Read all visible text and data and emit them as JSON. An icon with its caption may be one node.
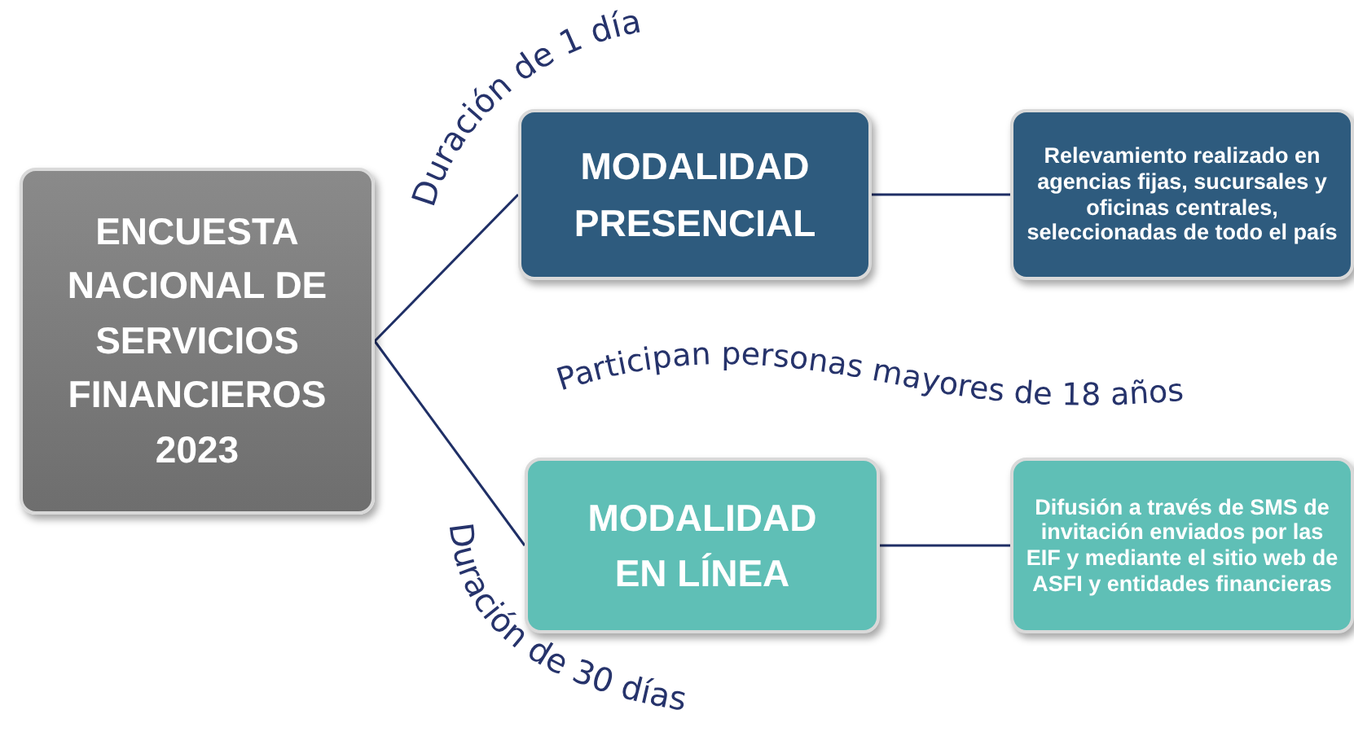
{
  "diagram": {
    "nodes": [
      {
        "text": [
          "ENCUESTA NACIONAL DE SERVICIOS FINANCIEROS 2023"
        ]
      },
      {
        "text": [
          "MODALIDAD PRESENCIAL"
        ]
      },
      {
        "text": [
          "Relevamiento realizado en agencias fijas, sucursales y oficinas centrales, seleccionadas de todo el país"
        ]
      },
      {
        "text": [
          "MODALIDAD EN LÍNEA"
        ]
      },
      {
        "text": [
          "Difusión a través de SMS de invitación enviados por las EIF y mediante el sitio web de ASFI y entidades financieras"
        ]
      }
    ],
    "edges": [
      {
        "from": 0,
        "to": 1,
        "arrow": "none"
      },
      {
        "from": 1,
        "to": 2,
        "arrow": "none"
      },
      {
        "from": 0,
        "to": 3,
        "arrow": "none"
      },
      {
        "from": 3,
        "to": 4,
        "arrow": "none"
      }
    ],
    "labels": [
      "Duración de 1 día",
      "Participan personas mayores de 18 años",
      "Duración de 30 días"
    ]
  }
}
